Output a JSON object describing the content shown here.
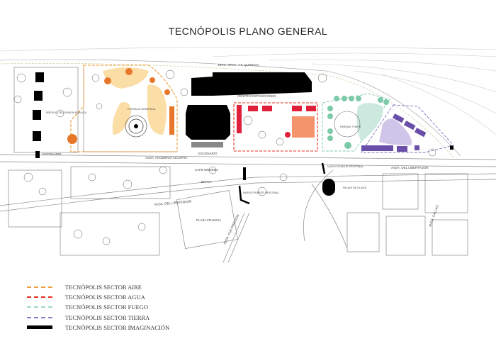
{
  "title": "TECNÓPOLIS PLANO GENERAL",
  "map_labels": {
    "quiroga": "BRIG. GRAL. J.F. QUIROGA",
    "centro": "CENTRO EXPOSICIONES",
    "tv": "EDIFICIO TELEVISION PUBLICA",
    "escenario1": "ESCENARIO",
    "floralis": "FLORALIS GENERICA",
    "alcorta": "AVDA. FIGUEROA ALCORTA",
    "escenario2": "ESCENARIO",
    "cafe": "CAFE MODENA",
    "brava": "BRAVA",
    "libertador1": "AVDA. DEL LIBERTADOR",
    "libertador2": "AVDA. DEL LIBERTADOR",
    "puente1": "NUEVO PUENTE PEATONAL",
    "puente2": "NUEVO PUENTE PEATONAL",
    "plaza": "PLAZA FRANCIA",
    "pueyrredon": "AVDA. PUEYRREDON",
    "palais": "PALAIS DE GLACE",
    "callao": "AVDA. CALLAO",
    "thays": "PARQUE THAYS"
  },
  "legend": [
    {
      "label": "TECNÓPOLIS SECTOR AIRE",
      "color": "#f0a040",
      "style": "dashed"
    },
    {
      "label": "TECNÓPOLIS SECTOR AGUA",
      "color": "#e83020",
      "style": "dashed"
    },
    {
      "label": "TECNÓPOLIS SECTOR FUEGO",
      "color": "#a0d8c8",
      "style": "dashed"
    },
    {
      "label": "TECNÓPOLIS SECTOR TIERRA",
      "color": "#9080c8",
      "style": "dashed"
    },
    {
      "label": "TECNÓPOLIS SECTOR IMAGINACIÓN",
      "color": "#000000",
      "style": "solid"
    }
  ]
}
